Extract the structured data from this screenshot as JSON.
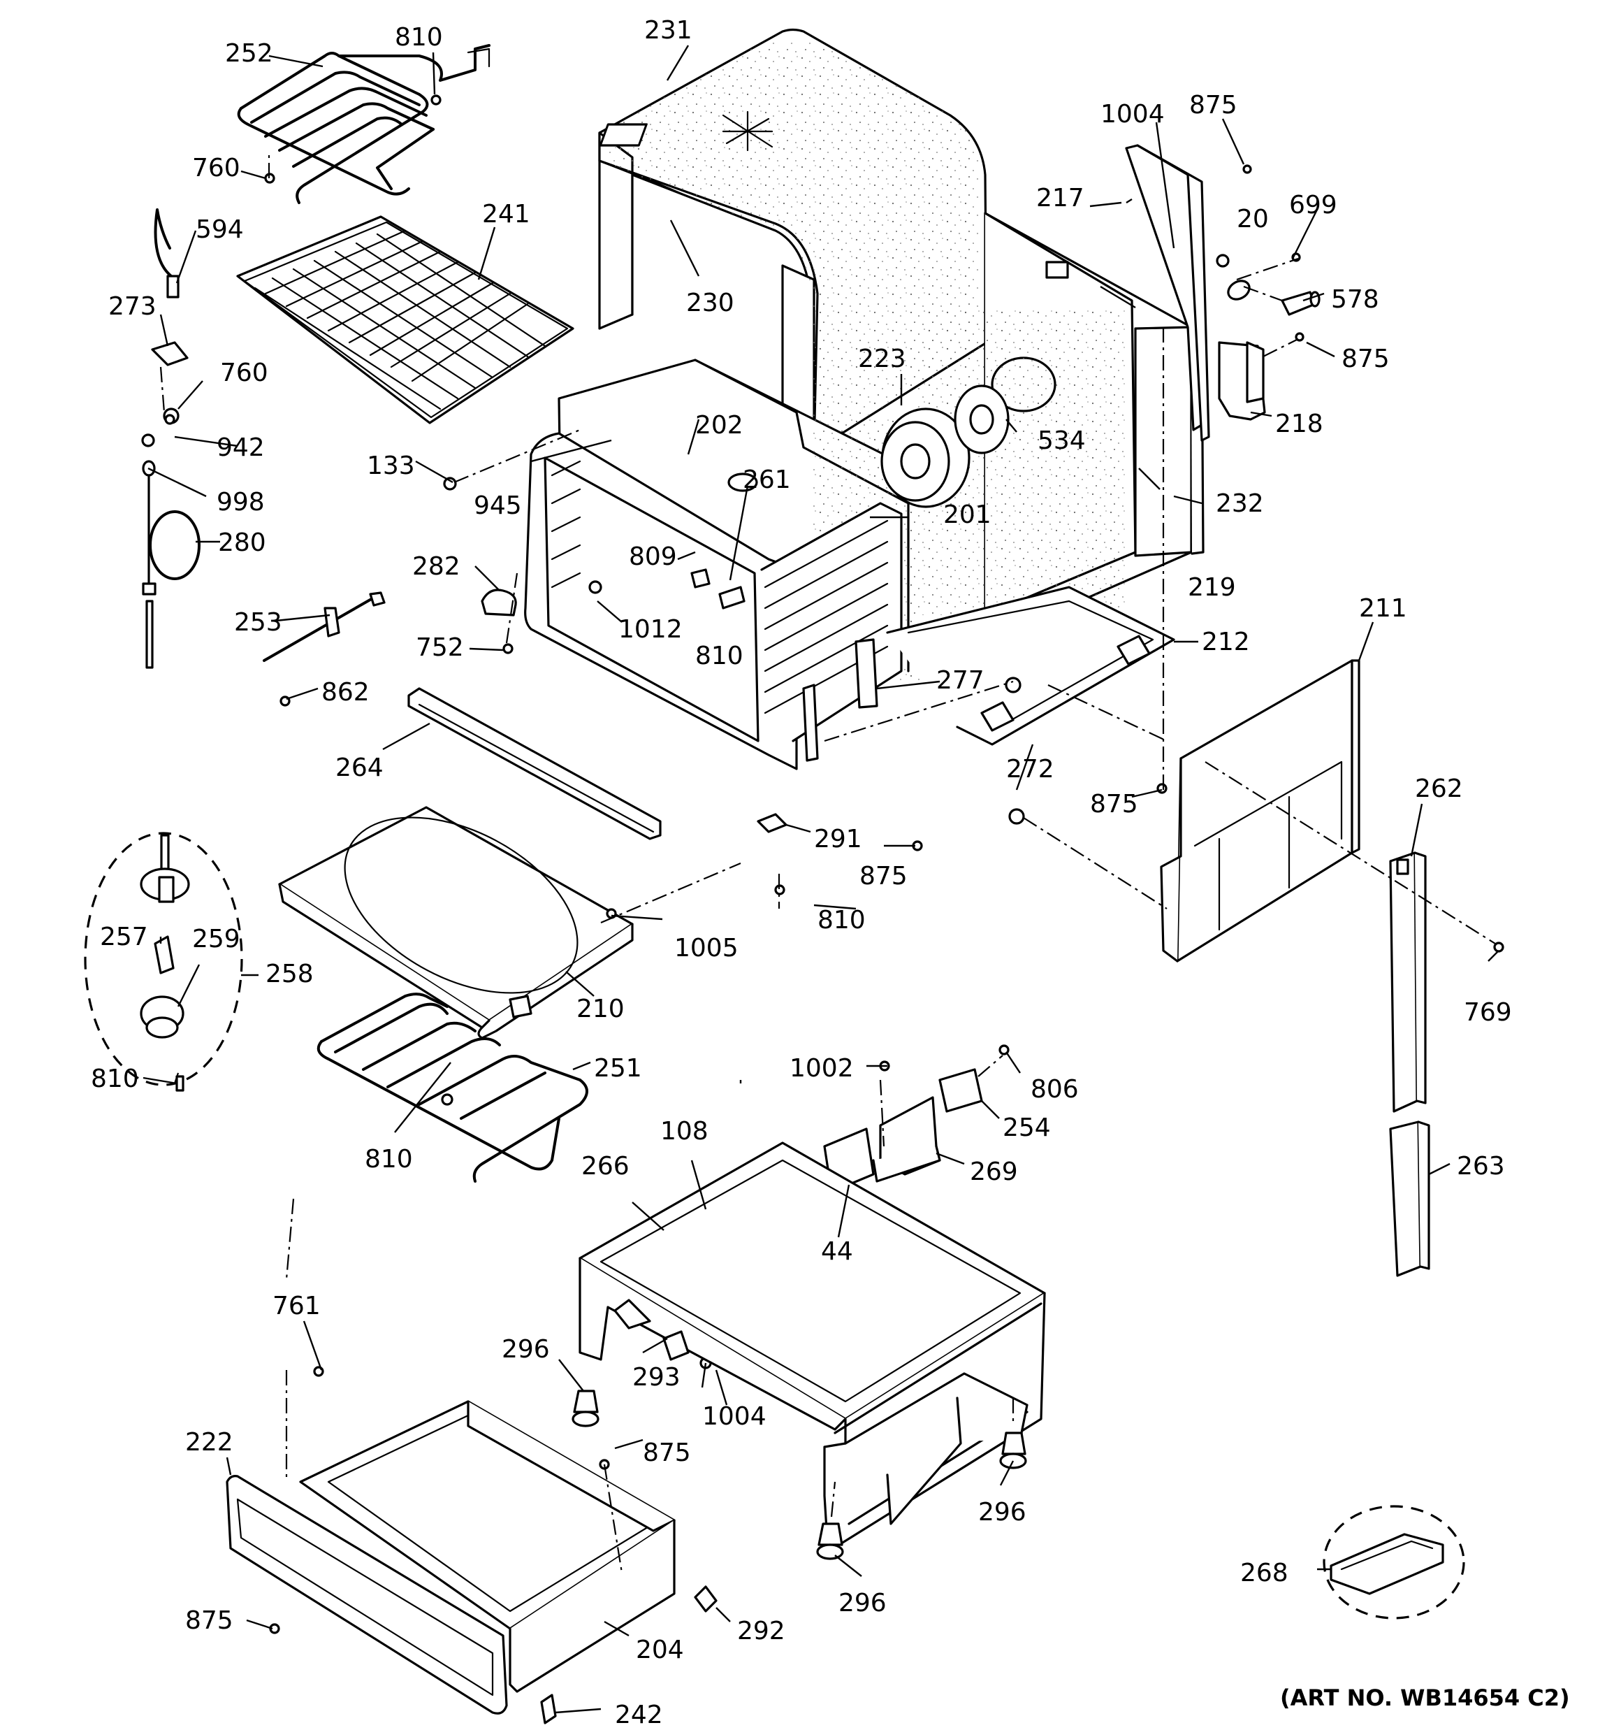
{
  "figure": {
    "art_number": "(ART NO. WB14654 C2)"
  },
  "callouts": [
    {
      "id": "c252",
      "text": "252"
    },
    {
      "id": "c810a",
      "text": "810"
    },
    {
      "id": "c231",
      "text": "231"
    },
    {
      "id": "c1004a",
      "text": "1004"
    },
    {
      "id": "c875a",
      "text": "875"
    },
    {
      "id": "c760a",
      "text": "760"
    },
    {
      "id": "c594",
      "text": "594"
    },
    {
      "id": "c241",
      "text": "241"
    },
    {
      "id": "c217",
      "text": "217"
    },
    {
      "id": "c20",
      "text": "20"
    },
    {
      "id": "c699",
      "text": "699"
    },
    {
      "id": "c273",
      "text": "273"
    },
    {
      "id": "c230",
      "text": "230"
    },
    {
      "id": "c578",
      "text": "578"
    },
    {
      "id": "c875b",
      "text": "875"
    },
    {
      "id": "c760b",
      "text": "760"
    },
    {
      "id": "c223",
      "text": "223"
    },
    {
      "id": "c218",
      "text": "218"
    },
    {
      "id": "c942",
      "text": "942"
    },
    {
      "id": "c534",
      "text": "534"
    },
    {
      "id": "c202",
      "text": "202"
    },
    {
      "id": "c133",
      "text": "133"
    },
    {
      "id": "c945",
      "text": "945"
    },
    {
      "id": "c261",
      "text": "261"
    },
    {
      "id": "c998",
      "text": "998"
    },
    {
      "id": "c232",
      "text": "232"
    },
    {
      "id": "c201",
      "text": "201"
    },
    {
      "id": "c280",
      "text": "280"
    },
    {
      "id": "c809",
      "text": "809"
    },
    {
      "id": "c282",
      "text": "282"
    },
    {
      "id": "c219",
      "text": "219"
    },
    {
      "id": "c1012",
      "text": "1012"
    },
    {
      "id": "c253",
      "text": "253"
    },
    {
      "id": "c810b",
      "text": "810"
    },
    {
      "id": "c211",
      "text": "211"
    },
    {
      "id": "c752",
      "text": "752"
    },
    {
      "id": "c212",
      "text": "212"
    },
    {
      "id": "c862",
      "text": "862"
    },
    {
      "id": "c277",
      "text": "277"
    },
    {
      "id": "c264",
      "text": "264"
    },
    {
      "id": "c272",
      "text": "272"
    },
    {
      "id": "c875c",
      "text": "875"
    },
    {
      "id": "c262",
      "text": "262"
    },
    {
      "id": "c291",
      "text": "291"
    },
    {
      "id": "c875d",
      "text": "875"
    },
    {
      "id": "c810c",
      "text": "810"
    },
    {
      "id": "c257",
      "text": "257"
    },
    {
      "id": "c259",
      "text": "259"
    },
    {
      "id": "c1005",
      "text": "1005"
    },
    {
      "id": "c258",
      "text": "258"
    },
    {
      "id": "c769",
      "text": "769"
    },
    {
      "id": "c210",
      "text": "210"
    },
    {
      "id": "c1002",
      "text": "1002"
    },
    {
      "id": "c806",
      "text": "806"
    },
    {
      "id": "c251",
      "text": "251"
    },
    {
      "id": "c810d",
      "text": "810"
    },
    {
      "id": "c254",
      "text": "254"
    },
    {
      "id": "c108",
      "text": "108"
    },
    {
      "id": "c810e",
      "text": "810"
    },
    {
      "id": "c266",
      "text": "266"
    },
    {
      "id": "c269",
      "text": "269"
    },
    {
      "id": "c263",
      "text": "263"
    },
    {
      "id": "c44",
      "text": "44"
    },
    {
      "id": "c761",
      "text": "761"
    },
    {
      "id": "c296a",
      "text": "296"
    },
    {
      "id": "c293",
      "text": "293"
    },
    {
      "id": "c1004b",
      "text": "1004"
    },
    {
      "id": "c222",
      "text": "222"
    },
    {
      "id": "c875e",
      "text": "875"
    },
    {
      "id": "c296b",
      "text": "296"
    },
    {
      "id": "c268",
      "text": "268"
    },
    {
      "id": "c292",
      "text": "292"
    },
    {
      "id": "c296c",
      "text": "296"
    },
    {
      "id": "c875f",
      "text": "875"
    },
    {
      "id": "c204",
      "text": "204"
    },
    {
      "id": "c242",
      "text": "242"
    }
  ]
}
